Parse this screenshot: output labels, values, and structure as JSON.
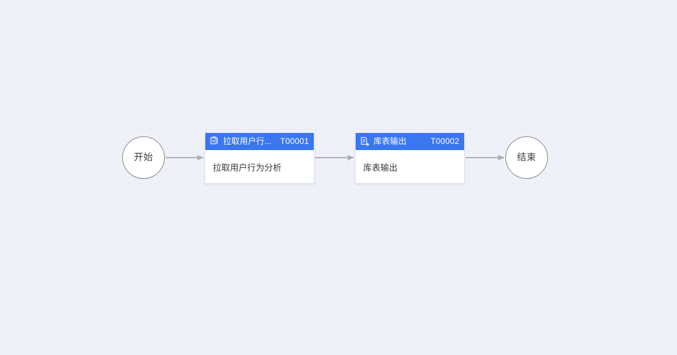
{
  "canvas": {
    "background_color": "#eef1f8",
    "dot_color": "#e2e5ec",
    "accent_color": "#3a76ef",
    "edge_color": "#a9adb4"
  },
  "nodes": {
    "start": {
      "label": "开始",
      "type": "terminal"
    },
    "end": {
      "label": "结束",
      "type": "terminal"
    },
    "task1": {
      "icon": "documents-copy-icon",
      "title": "拉取用户行...",
      "code": "T00001",
      "body": "拉取用户行为分析"
    },
    "task2": {
      "icon": "document-export-icon",
      "title": "库表输出",
      "code": "T00002",
      "body": "库表输出"
    }
  },
  "edges": [
    {
      "name": "edge-start-to-task1",
      "from": "start",
      "to": "task1"
    },
    {
      "name": "edge-task1-to-task2",
      "from": "task1",
      "to": "task2"
    },
    {
      "name": "edge-task2-to-end",
      "from": "task2",
      "to": "end"
    }
  ]
}
